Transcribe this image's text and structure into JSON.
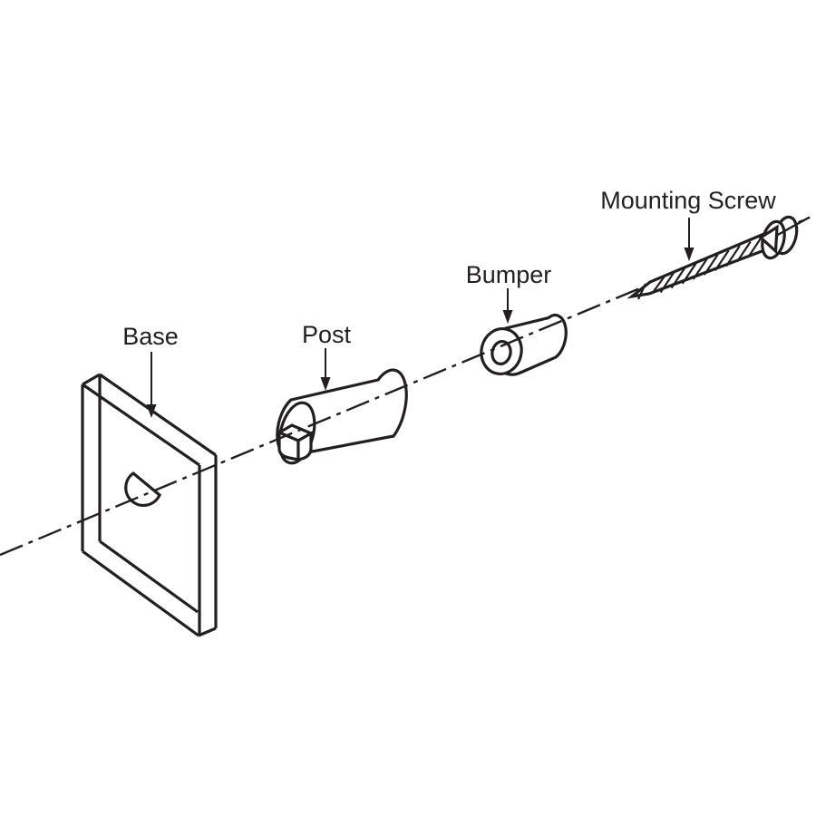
{
  "diagram": {
    "background_color": "#ffffff",
    "line_color": "#231f20",
    "parts": [
      {
        "id": "base",
        "label": "Base"
      },
      {
        "id": "post",
        "label": "Post"
      },
      {
        "id": "bumper",
        "label": "Bumper"
      },
      {
        "id": "mounting_screw",
        "label": "Mounting Screw"
      }
    ]
  }
}
